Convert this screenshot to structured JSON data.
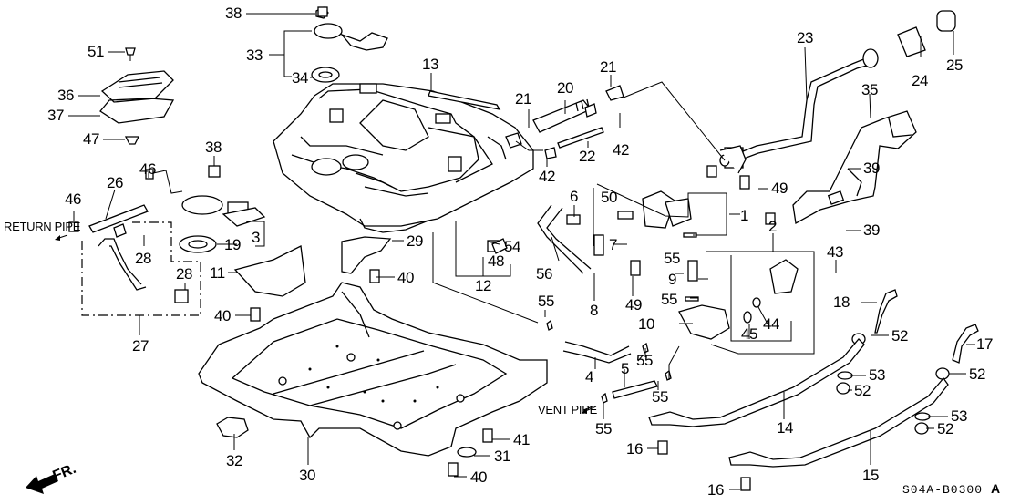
{
  "diagram": {
    "title": "Fuel Tank Assembly Exploded Parts Diagram",
    "drawing_code": "S04A-B0300",
    "revision_mark": "A",
    "direction_indicator": "FR.",
    "notes": {
      "return_pipe": "RETURN PIPE",
      "vent_pipe": "VENT PIPE"
    },
    "callouts": [
      {
        "id": "c1",
        "text": "1"
      },
      {
        "id": "c2",
        "text": "2"
      },
      {
        "id": "c3",
        "text": "3"
      },
      {
        "id": "c4",
        "text": "4"
      },
      {
        "id": "c5",
        "text": "5"
      },
      {
        "id": "c6",
        "text": "6"
      },
      {
        "id": "c7",
        "text": "7"
      },
      {
        "id": "c8",
        "text": "8"
      },
      {
        "id": "c9",
        "text": "9"
      },
      {
        "id": "c10",
        "text": "10"
      },
      {
        "id": "c11",
        "text": "11"
      },
      {
        "id": "c12",
        "text": "12"
      },
      {
        "id": "c13",
        "text": "13"
      },
      {
        "id": "c14",
        "text": "14"
      },
      {
        "id": "c15",
        "text": "15"
      },
      {
        "id": "c16a",
        "text": "16"
      },
      {
        "id": "c16b",
        "text": "16"
      },
      {
        "id": "c17",
        "text": "17"
      },
      {
        "id": "c18",
        "text": "18"
      },
      {
        "id": "c19",
        "text": "19"
      },
      {
        "id": "c20",
        "text": "20"
      },
      {
        "id": "c21a",
        "text": "21"
      },
      {
        "id": "c21b",
        "text": "21"
      },
      {
        "id": "c22",
        "text": "22"
      },
      {
        "id": "c23",
        "text": "23"
      },
      {
        "id": "c24",
        "text": "24"
      },
      {
        "id": "c25",
        "text": "25"
      },
      {
        "id": "c26",
        "text": "26"
      },
      {
        "id": "c27",
        "text": "27"
      },
      {
        "id": "c28a",
        "text": "28"
      },
      {
        "id": "c28b",
        "text": "28"
      },
      {
        "id": "c29",
        "text": "29"
      },
      {
        "id": "c30",
        "text": "30"
      },
      {
        "id": "c31",
        "text": "31"
      },
      {
        "id": "c32",
        "text": "32"
      },
      {
        "id": "c33",
        "text": "33"
      },
      {
        "id": "c34",
        "text": "34"
      },
      {
        "id": "c35",
        "text": "35"
      },
      {
        "id": "c36",
        "text": "36"
      },
      {
        "id": "c37",
        "text": "37"
      },
      {
        "id": "c38a",
        "text": "38"
      },
      {
        "id": "c38b",
        "text": "38"
      },
      {
        "id": "c39a",
        "text": "39"
      },
      {
        "id": "c39b",
        "text": "39"
      },
      {
        "id": "c40a",
        "text": "40"
      },
      {
        "id": "c40b",
        "text": "40"
      },
      {
        "id": "c40c",
        "text": "40"
      },
      {
        "id": "c41",
        "text": "41"
      },
      {
        "id": "c42a",
        "text": "42"
      },
      {
        "id": "c42b",
        "text": "42"
      },
      {
        "id": "c43",
        "text": "43"
      },
      {
        "id": "c44",
        "text": "44"
      },
      {
        "id": "c45",
        "text": "45"
      },
      {
        "id": "c46a",
        "text": "46"
      },
      {
        "id": "c46b",
        "text": "46"
      },
      {
        "id": "c47",
        "text": "47"
      },
      {
        "id": "c48",
        "text": "48"
      },
      {
        "id": "c49a",
        "text": "49"
      },
      {
        "id": "c49b",
        "text": "49"
      },
      {
        "id": "c50",
        "text": "50"
      },
      {
        "id": "c51",
        "text": "51"
      },
      {
        "id": "c52a",
        "text": "52"
      },
      {
        "id": "c52b",
        "text": "52"
      },
      {
        "id": "c52c",
        "text": "52"
      },
      {
        "id": "c52d",
        "text": "52"
      },
      {
        "id": "c53a",
        "text": "53"
      },
      {
        "id": "c53b",
        "text": "53"
      },
      {
        "id": "c54",
        "text": "54"
      },
      {
        "id": "c55a",
        "text": "55"
      },
      {
        "id": "c55b",
        "text": "55"
      },
      {
        "id": "c55c",
        "text": "55"
      },
      {
        "id": "c55d",
        "text": "55"
      },
      {
        "id": "c55e",
        "text": "55"
      },
      {
        "id": "c55f",
        "text": "55"
      },
      {
        "id": "c56",
        "text": "56"
      }
    ]
  }
}
